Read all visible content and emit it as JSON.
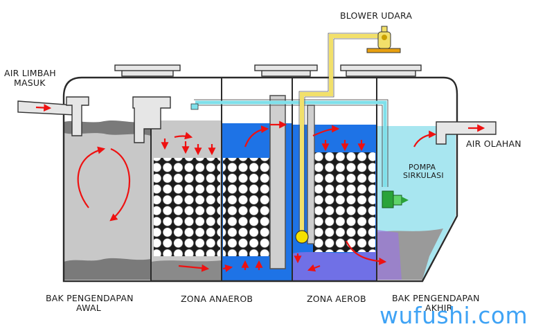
{
  "labels": {
    "blower": "BLOWER UDARA",
    "inlet_line1": "AIR LIMBAH",
    "inlet_line2": "MASUK",
    "outlet": "AIR OLAHAN",
    "pump_line1": "POMPA",
    "pump_line2": "SIRKULASI",
    "settling_initial_line1": "BAK PENGENDAPAN",
    "settling_initial_line2": "AWAL",
    "anaerobic_zone": "ZONA ANAEROB",
    "aerobic_zone": "ZONA AEROB",
    "settling_final_line1": "BAK PENGENDAPAN",
    "settling_final_line2": "AKHIR"
  },
  "watermark": "wufushi.com",
  "colors": {
    "grey_water": "#c8c8c8",
    "blue_water": "#1e73e6",
    "light_blue_water": "#a8e6f0",
    "sludge": "#808080",
    "flow_arrow": "#ee1111",
    "air_pipe": "#f2e06a",
    "recirc_pipe": "#7fe0ea",
    "pump": "#2aa33a",
    "bottom_aerobic": "#7070e6"
  }
}
